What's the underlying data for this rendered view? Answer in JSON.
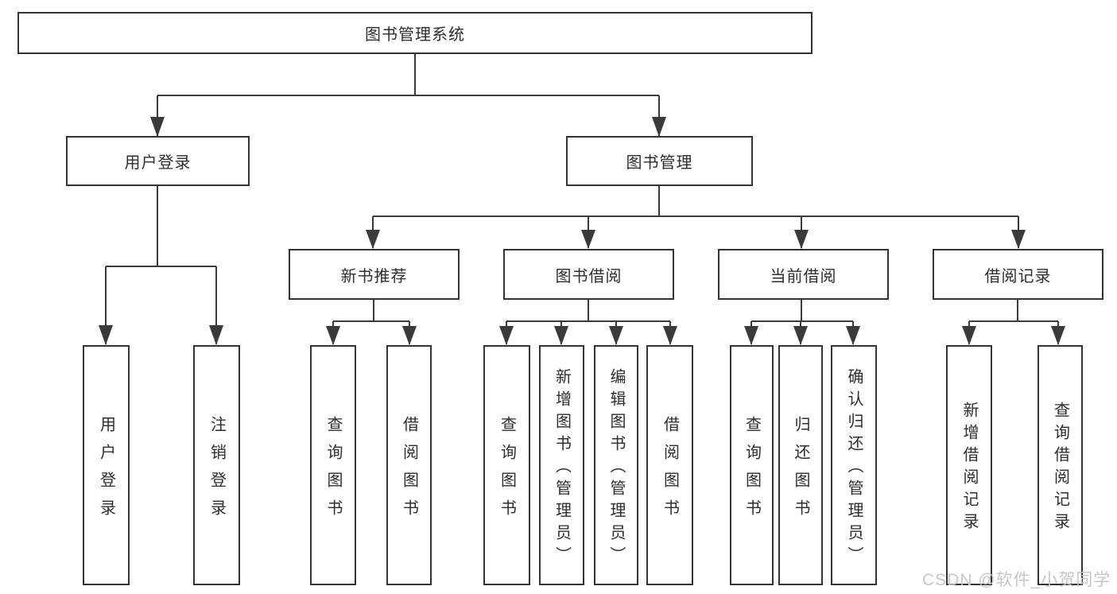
{
  "diagram": {
    "title": "图书管理系统",
    "level2": {
      "user_login": "用户登录",
      "book_management": "图书管理"
    },
    "level3": {
      "new_book_recommendation": "新书推荐",
      "book_borrowing": "图书借阅",
      "current_borrowing": "当前借阅",
      "borrowing_records": "借阅记录"
    },
    "leaves": {
      "user_login_group": [
        "用户登录",
        "注销登录"
      ],
      "new_book_group": [
        "查询图书",
        "借阅图书"
      ],
      "book_borrowing_group": [
        "查询图书",
        "新增图书（管理员）",
        "编辑图书（管理员）",
        "借阅图书"
      ],
      "current_borrowing_group": [
        "查询图书",
        "归还图书",
        "确认归还（管理员）"
      ],
      "records_group": [
        "新增借阅记录",
        "查询借阅记录"
      ]
    }
  },
  "watermark": "CSDN @软件_小贺同学",
  "colors": {
    "line": "#3a3a3a",
    "box_border": "#333333",
    "text": "#2d2d2d",
    "watermark": "#c1c4c9",
    "background": "#ffffff"
  }
}
